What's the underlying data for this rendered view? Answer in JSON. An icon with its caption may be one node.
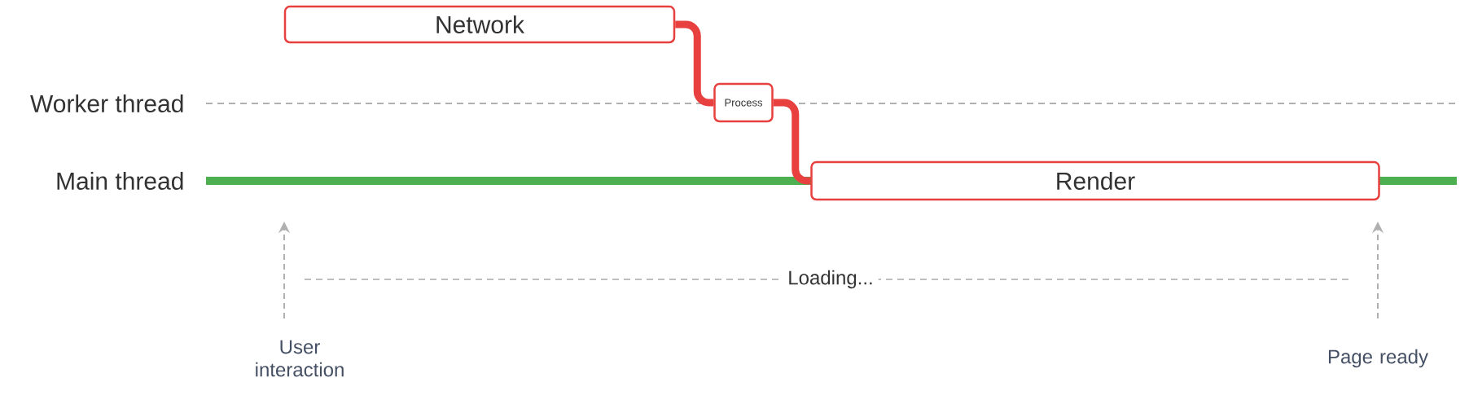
{
  "diagram": {
    "nodes": [
      {
        "text": [
          "Network"
        ]
      },
      {
        "text": [
          "Process"
        ]
      },
      {
        "text": [
          "Render"
        ]
      },
      {
        "text": [
          "User interaction"
        ]
      },
      {
        "text": [
          "Page ready"
        ]
      }
    ],
    "edges": [
      {
        "from": 0,
        "to": 1,
        "arrow": "none",
        "style": "thick",
        "color": "#e8403f"
      },
      {
        "from": 1,
        "to": 2,
        "arrow": "none",
        "style": "thick",
        "color": "#e8403f"
      },
      {
        "from": 3,
        "to": null,
        "arrow": "to",
        "style": "dashed",
        "color": "#b0b0b0"
      },
      {
        "from": 4,
        "to": null,
        "arrow": "to",
        "style": "dashed",
        "color": "#b0b0b0"
      }
    ],
    "labels": [
      "Worker thread",
      "Main thread",
      "Loading..."
    ]
  }
}
